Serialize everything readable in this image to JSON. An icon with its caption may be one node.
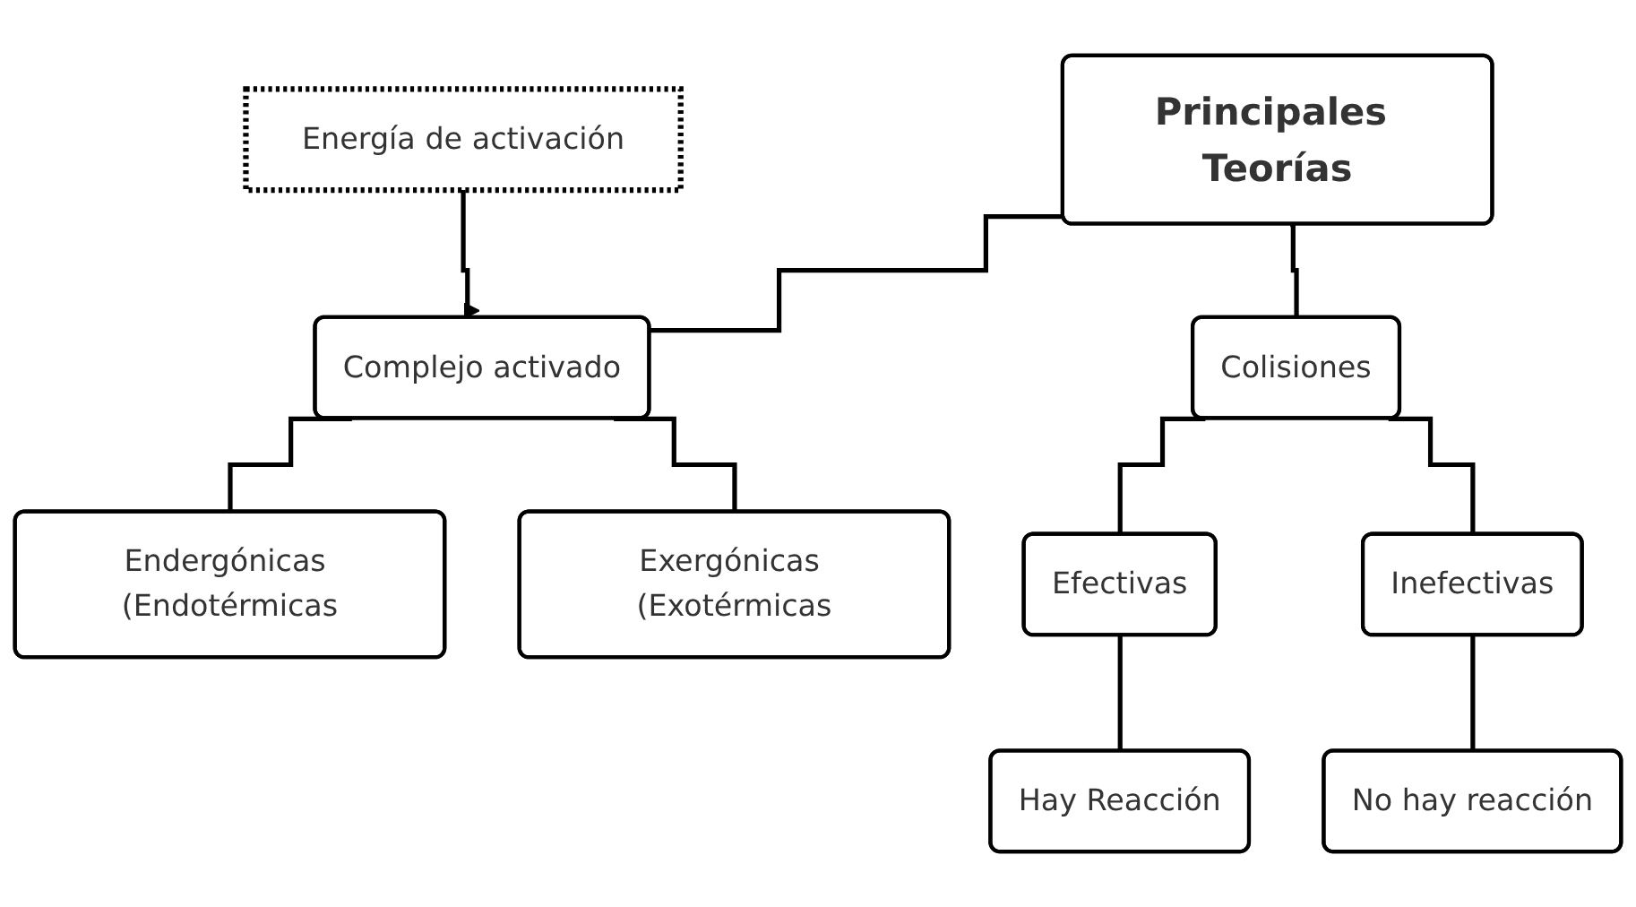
{
  "diagram": {
    "nodes": [
      {
        "text": [
          "Principales Teorías"
        ]
      },
      {
        "text": [
          "Energía de activación"
        ]
      },
      {
        "text": [
          "Complejo activado"
        ]
      },
      {
        "text": [
          "Colisiones"
        ]
      },
      {
        "text": [
          "Endergónicas (Endotérmicas"
        ]
      },
      {
        "text": [
          "Exergónicas (Exotérmicas"
        ]
      },
      {
        "text": [
          "Efectivas"
        ]
      },
      {
        "text": [
          "Inefectivas"
        ]
      },
      {
        "text": [
          "Hay Reacción"
        ]
      },
      {
        "text": [
          "No hay reacción"
        ]
      }
    ],
    "edges": [
      {
        "from": 0,
        "to": 2,
        "arrow": "none"
      },
      {
        "from": 0,
        "to": 3,
        "arrow": "none"
      },
      {
        "from": 1,
        "to": 2,
        "arrow": "to"
      },
      {
        "from": 2,
        "to": 4,
        "arrow": "none"
      },
      {
        "from": 2,
        "to": 5,
        "arrow": "none"
      },
      {
        "from": 3,
        "to": 6,
        "arrow": "none"
      },
      {
        "from": 3,
        "to": 7,
        "arrow": "none"
      },
      {
        "from": 6,
        "to": 8,
        "arrow": "none"
      },
      {
        "from": 7,
        "to": 9,
        "arrow": "none"
      }
    ]
  }
}
